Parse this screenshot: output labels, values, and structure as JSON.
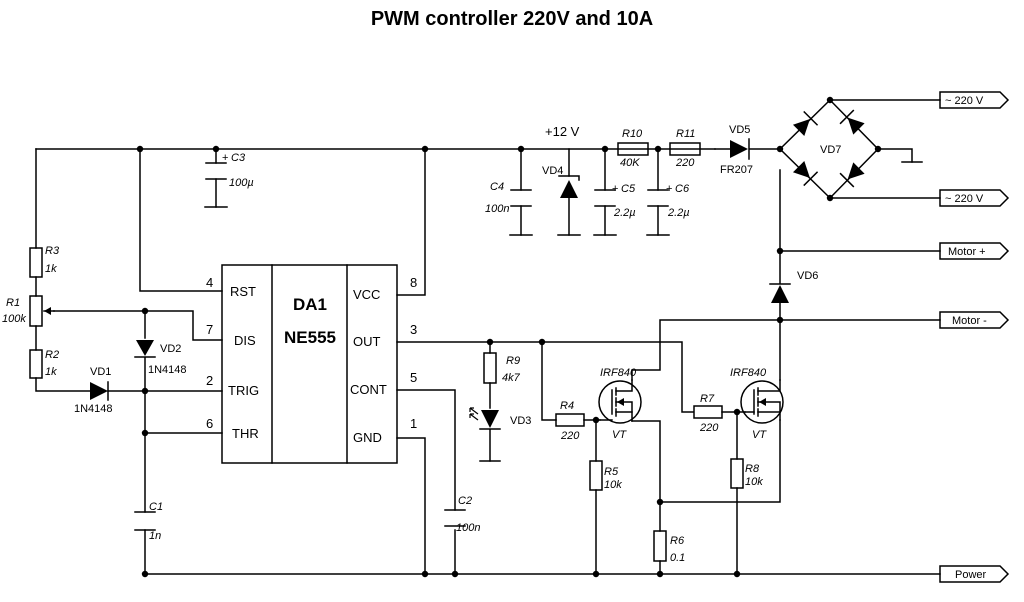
{
  "title": "PWM controller 220V and 10A",
  "ic": {
    "name": "DA1",
    "part": "NE555",
    "pins": [
      {
        "num": "4",
        "name": "RST"
      },
      {
        "num": "7",
        "name": "DIS"
      },
      {
        "num": "2",
        "name": "TRIG"
      },
      {
        "num": "6",
        "name": "THR"
      },
      {
        "num": "8",
        "name": "VCC"
      },
      {
        "num": "3",
        "name": "OUT"
      },
      {
        "num": "5",
        "name": "CONT"
      },
      {
        "num": "1",
        "name": "GND"
      }
    ]
  },
  "supply_label": "+12 V",
  "components": {
    "R1": {
      "ref": "R1",
      "value": "100k"
    },
    "R2": {
      "ref": "R2",
      "value": "1k"
    },
    "R3": {
      "ref": "R3",
      "value": "1k"
    },
    "R4": {
      "ref": "R4",
      "value": "220"
    },
    "R5": {
      "ref": "R5",
      "value": "10k"
    },
    "R6": {
      "ref": "R6",
      "value": "0.1"
    },
    "R7": {
      "ref": "R7",
      "value": "220"
    },
    "R8": {
      "ref": "R8",
      "value": "10k"
    },
    "R9": {
      "ref": "R9",
      "value": "4k7"
    },
    "R10": {
      "ref": "R10",
      "value": "40K"
    },
    "R11": {
      "ref": "R11",
      "value": "220"
    },
    "C1": {
      "ref": "C1",
      "value": "1n"
    },
    "C2": {
      "ref": "C2",
      "value": "100n"
    },
    "C3": {
      "ref": "C3",
      "value": "100µ"
    },
    "C4": {
      "ref": "C4",
      "value": "100n"
    },
    "C5": {
      "ref": "C5",
      "value": "2.2µ"
    },
    "C6": {
      "ref": "C6",
      "value": "2.2µ"
    },
    "VD1": {
      "ref": "VD1",
      "value": "1N4148"
    },
    "VD2": {
      "ref": "VD2",
      "value": "1N4148"
    },
    "VD3": {
      "ref": "VD3"
    },
    "VD4": {
      "ref": "VD4"
    },
    "VD5": {
      "ref": "VD5",
      "value": "FR207"
    },
    "VD6": {
      "ref": "VD6"
    },
    "VD7": {
      "ref": "VD7"
    },
    "Q1": {
      "part": "IRF840",
      "ref": "VT"
    },
    "Q2": {
      "part": "IRF840",
      "ref": "VT"
    }
  },
  "plus_sign": "+",
  "connectors": {
    "ac1": "~ 220 V",
    "ac2": "~ 220 V",
    "motor_plus": "Motor +",
    "motor_minus": "Motor -",
    "power": "Power"
  }
}
